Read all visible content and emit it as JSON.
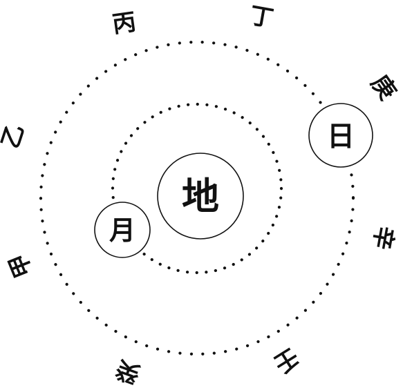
{
  "diagram": {
    "bodies": {
      "earth": {
        "label": "地"
      },
      "moon": {
        "label": "月"
      },
      "sun": {
        "label": "日"
      }
    },
    "stems": {
      "bing": "丙",
      "ding": "丁",
      "geng": "庚",
      "xin": "辛",
      "ren": "壬",
      "gui": "癸",
      "jia": "甲",
      "yi": "乙"
    },
    "colors": {
      "ink": "#111111",
      "paper": "#ffffff"
    }
  }
}
